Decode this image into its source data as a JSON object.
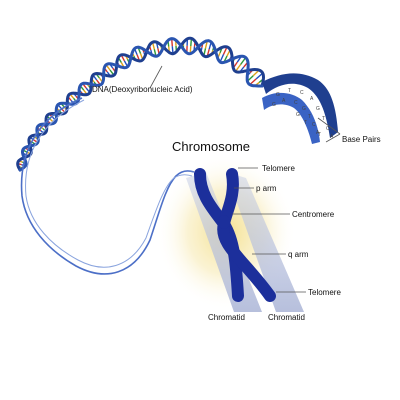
{
  "diagram": {
    "labels": {
      "dna": "DNA(Deoxyribonucleic Acid)",
      "base_pairs": "Base Pairs",
      "chromosome_title": "Chromosome",
      "telomere_top": "Telomere",
      "p_arm": "p arm",
      "centromere": "Centromere",
      "q_arm": "q arm",
      "telomere_bottom": "Telomere",
      "chromatid_left": "Chromatid",
      "chromatid_right": "Chromatid"
    },
    "base_letters": [
      "G",
      "T",
      "C",
      "A",
      "G",
      "T",
      "C",
      "A",
      "T",
      "G",
      "A",
      "C",
      "G",
      "T",
      "C",
      "A",
      "T",
      "G"
    ],
    "colors": {
      "dna_backbone": "#1f3f8f",
      "chromosome": "#1c2f9b",
      "rung_colors": [
        "#d6342c",
        "#2e9a3a",
        "#1f4fbf",
        "#e0a21a"
      ],
      "glow": "#f4df8a",
      "shadow": "#b9c2de"
    }
  }
}
